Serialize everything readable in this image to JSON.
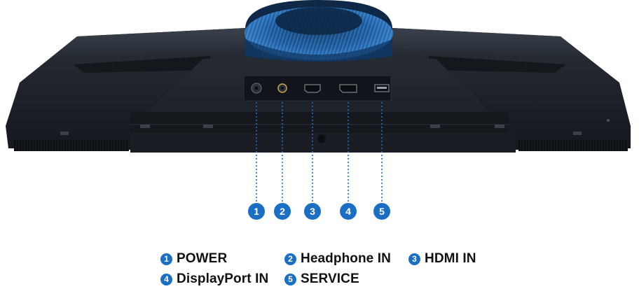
{
  "colors": {
    "accent": "#1a6fc4",
    "monitor_body": "#1e232b",
    "stand_ring": "#1f5fa5",
    "label_text": "#111111"
  },
  "ports": [
    {
      "number": "1",
      "name": "POWER",
      "icon": "power-port-icon"
    },
    {
      "number": "2",
      "name": "Headphone IN",
      "icon": "headphone-jack-icon"
    },
    {
      "number": "3",
      "name": "HDMI IN",
      "icon": "hdmi-port-icon"
    },
    {
      "number": "4",
      "name": "DisplayPort IN",
      "icon": "displayport-icon"
    },
    {
      "number": "5",
      "name": "SERVICE",
      "icon": "usb-port-icon"
    }
  ]
}
